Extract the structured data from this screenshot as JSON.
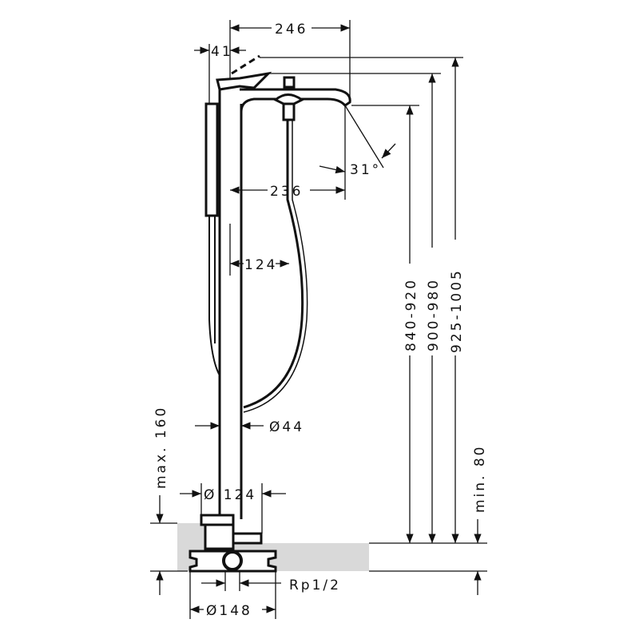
{
  "title": "Freestanding bath mixer dimension drawing",
  "dimensions": {
    "spout_reach": "246",
    "handshower_offset": "41",
    "spout_angle": "31°",
    "spout_inner_reach": "236",
    "column_offset": "124",
    "height_outlet": "840-920",
    "height_handle": "900-980",
    "height_total": "925-1005",
    "max_depth": "max. 160",
    "column_diameter": "Ø44",
    "base_diameter": "Ø 124",
    "min_height": "min. 80",
    "connection": "Rp1/2",
    "rough_in_diameter": "Ø148"
  },
  "colors": {
    "line": "#111111",
    "floor": "#d9d9d9"
  }
}
